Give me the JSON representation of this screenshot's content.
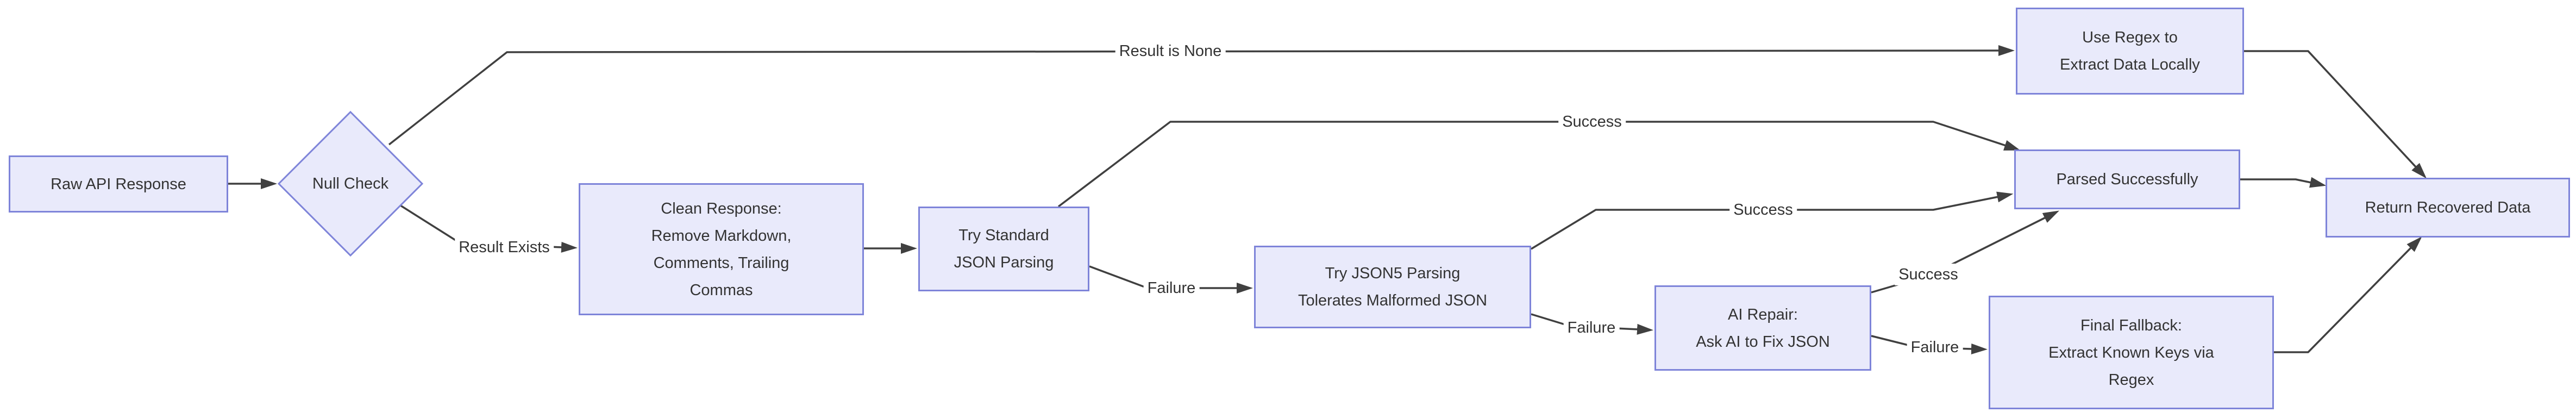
{
  "colors": {
    "background": "#FFFFFF",
    "node_fill": "#E9EAFB",
    "node_border": "#7E84D9",
    "edge": "#404040",
    "text": "#333333"
  },
  "nodes": {
    "raw": {
      "lines": [
        "Raw API Response"
      ]
    },
    "null_check": {
      "lines": [
        "Null Check"
      ]
    },
    "clean": {
      "lines": [
        "Clean Response:",
        "Remove Markdown,",
        "Comments, Trailing",
        "Commas"
      ]
    },
    "try_standard": {
      "lines": [
        "Try Standard",
        "JSON Parsing"
      ]
    },
    "try_json5": {
      "lines": [
        "Try JSON5 Parsing",
        "Tolerates Malformed JSON"
      ]
    },
    "ai_repair": {
      "lines": [
        "AI Repair:",
        "Ask AI to Fix JSON"
      ]
    },
    "use_regex": {
      "lines": [
        "Use Regex to",
        "Extract Data Locally"
      ]
    },
    "parsed": {
      "lines": [
        "Parsed Successfully"
      ]
    },
    "final_fallback": {
      "lines": [
        "Final Fallback:",
        "Extract Known Keys via",
        "Regex"
      ]
    },
    "return": {
      "lines": [
        "Return Recovered Data"
      ]
    }
  },
  "edges": [
    {
      "from": "Raw API Response",
      "to": "Null Check",
      "label": ""
    },
    {
      "from": "Null Check",
      "to": "Use Regex to Extract Data Locally",
      "label": "Result is None"
    },
    {
      "from": "Null Check",
      "to": "Clean Response",
      "label": "Result Exists"
    },
    {
      "from": "Clean Response",
      "to": "Try Standard JSON Parsing",
      "label": ""
    },
    {
      "from": "Try Standard JSON Parsing",
      "to": "Parsed Successfully",
      "label": "Success"
    },
    {
      "from": "Try Standard JSON Parsing",
      "to": "Try JSON5 Parsing",
      "label": "Failure"
    },
    {
      "from": "Try JSON5 Parsing",
      "to": "Parsed Successfully",
      "label": "Success"
    },
    {
      "from": "Try JSON5 Parsing",
      "to": "AI Repair",
      "label": "Failure"
    },
    {
      "from": "AI Repair",
      "to": "Parsed Successfully",
      "label": "Success"
    },
    {
      "from": "AI Repair",
      "to": "Final Fallback",
      "label": "Failure"
    },
    {
      "from": "Final Fallback",
      "to": "Return Recovered Data",
      "label": ""
    },
    {
      "from": "Use Regex to Extract Data Locally",
      "to": "Return Recovered Data",
      "label": ""
    },
    {
      "from": "Parsed Successfully",
      "to": "Return Recovered Data",
      "label": ""
    }
  ]
}
